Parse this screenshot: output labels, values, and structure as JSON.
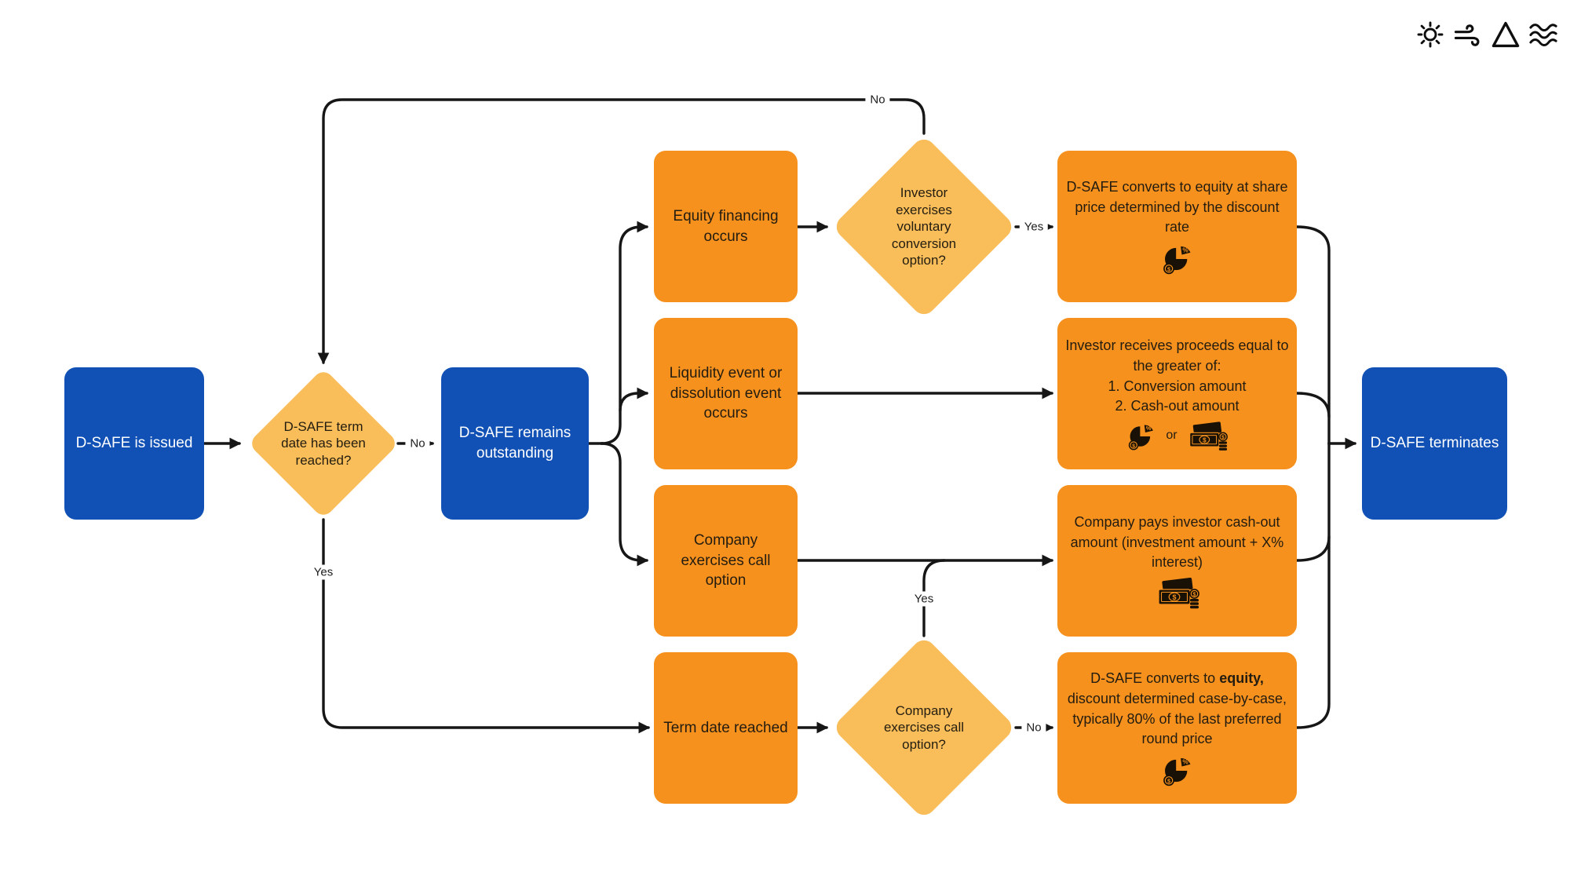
{
  "colors": {
    "background": "#FFFFFF",
    "blue": "#1151B5",
    "orange": "#F6911E",
    "diamond": "#F9BE59",
    "line": "#161616",
    "text_dark": "#231C10",
    "text_light": "#FFFFFF"
  },
  "corner_icons": [
    "sun-icon",
    "wind-icon",
    "triangle-icon",
    "waves-icon"
  ],
  "nodes": {
    "issued": {
      "label": "D-SAFE is issued"
    },
    "term_decision": {
      "label": "D-SAFE term date has been reached?"
    },
    "outstanding": {
      "label": "D-SAFE remains outstanding"
    },
    "equity_financing": {
      "label": "Equity financing occurs"
    },
    "liquidity_event": {
      "label": "Liquidity event or dissolution event occurs"
    },
    "company_call": {
      "label": "Company exercises call option"
    },
    "term_reached": {
      "label": "Term date reached"
    },
    "voluntary_decision": {
      "label": "Investor exercises voluntary conversion option?"
    },
    "call_decision": {
      "label": "Company exercises call option?"
    },
    "converts_discount_rate": {
      "label": "D-SAFE converts to equity at share price determined by the discount rate"
    },
    "investor_proceeds": {
      "lines": [
        "Investor receives proceeds equal to the greater of:",
        "1. Conversion amount",
        "2. Cash-out amount"
      ],
      "or_label": "or"
    },
    "company_pays": {
      "label": "Company pays investor cash-out amount (investment amount + X% interest)"
    },
    "converts_case_by_case": {
      "prefix": "D-SAFE converts to ",
      "bold": "equity,",
      "suffix": " discount determined case-by-case, typically 80% of the last preferred round price"
    },
    "terminates": {
      "label": "D-SAFE terminates"
    }
  },
  "edge_labels": {
    "term_no": "No",
    "term_yes": "Yes",
    "voluntary_no": "No",
    "voluntary_yes": "Yes",
    "call_yes": "Yes",
    "call_no": "No"
  },
  "icon_glyphs": {
    "percent": "%",
    "dollar": "$"
  }
}
